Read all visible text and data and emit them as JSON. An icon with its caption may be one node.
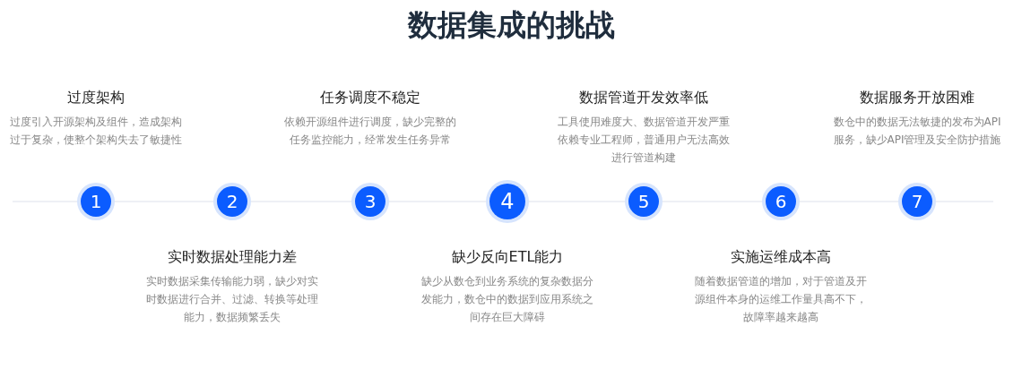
{
  "diagram": {
    "title": "数据集成的挑战",
    "nodes": [
      {
        "text": [
          "1"
        ],
        "beside": [
          "过度架构",
          "过度引入开源架构及组件，造成架构过于复杂，使整个架构失去了敏捷性"
        ]
      },
      {
        "text": [
          "2"
        ],
        "beside": [
          "实时数据处理能力差",
          "实时数据采集传输能力弱，缺少对实时数据进行合并、过滤、转换等处理能力，数据频繁丢失"
        ]
      },
      {
        "text": [
          "3"
        ],
        "beside": [
          "任务调度不稳定",
          "依赖开源组件进行调度，缺少完整的任务监控能力，经常发生任务异常"
        ]
      },
      {
        "text": [
          "4"
        ],
        "beside": [
          "缺少反向ETL能力",
          "缺少从数仓到业务系统的复杂数据分发能力，数仓中的数据到应用系统之间存在巨大障碍"
        ]
      },
      {
        "text": [
          "5"
        ],
        "beside": [
          "数据管道开发效率低",
          "工具使用难度大、数据管道开发严重依赖专业工程师，普通用户无法高效进行管道构建"
        ]
      },
      {
        "text": [
          "6"
        ],
        "beside": [
          "实施运维成本高",
          "随着数据管道的增加，对于管道及开源组件本身的运维工作量具高不下，故障率越来越高"
        ]
      },
      {
        "text": [
          "7"
        ],
        "beside": [
          "数据服务开放困难",
          "数仓中的数据无法敏捷的发布为API服务，缺少API管理及安全防护措施"
        ]
      }
    ]
  }
}
